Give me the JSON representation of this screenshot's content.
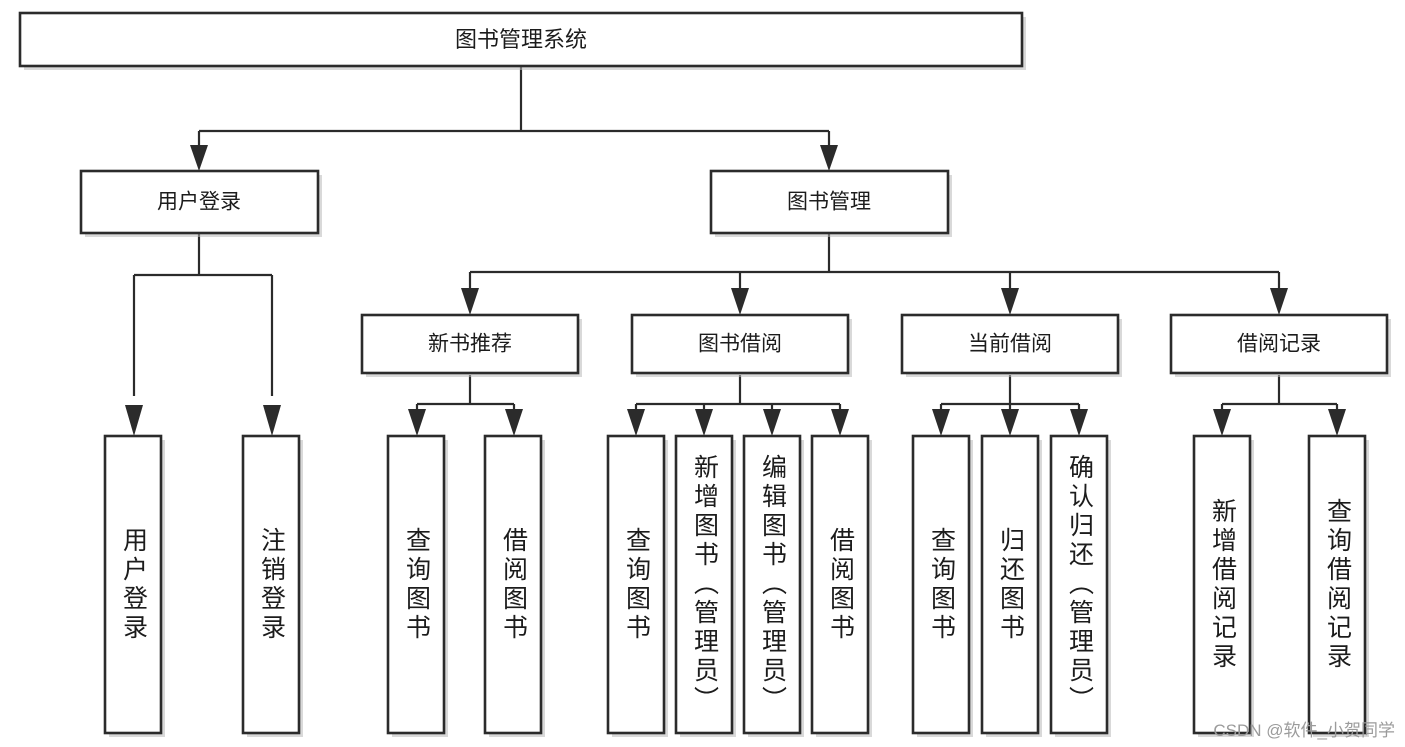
{
  "diagram": {
    "title": "图书管理系统",
    "type": "tree-hierarchy",
    "watermark": "CSDN @软件_小贺同学",
    "colors": {
      "box_stroke": "#2b2b2b",
      "box_fill": "#ffffff",
      "connector": "#2b2b2b",
      "text": "#1c1c1c",
      "watermark": "#9b9b9b",
      "background": "#ffffff"
    },
    "root": {
      "label": "图书管理系统"
    },
    "level1": [
      {
        "label": "用户登录"
      },
      {
        "label": "图书管理"
      }
    ],
    "level2": [
      {
        "label": "新书推荐"
      },
      {
        "label": "图书借阅"
      },
      {
        "label": "当前借阅"
      },
      {
        "label": "借阅记录"
      }
    ],
    "leaves": {
      "user_login": [
        {
          "label": "用户登录"
        },
        {
          "label": "注销登录"
        }
      ],
      "new_book_recommend": [
        {
          "label": "查询图书"
        },
        {
          "label": "借阅图书"
        }
      ],
      "book_borrow": [
        {
          "label": "查询图书"
        },
        {
          "label": "新增图书（管理员）"
        },
        {
          "label": "编辑图书（管理员）"
        },
        {
          "label": "借阅图书"
        }
      ],
      "current_borrow": [
        {
          "label": "查询图书"
        },
        {
          "label": "归还图书"
        },
        {
          "label": "确认归还（管理员）"
        }
      ],
      "borrow_record": [
        {
          "label": "新增借阅记录"
        },
        {
          "label": "查询借阅记录"
        }
      ]
    }
  }
}
